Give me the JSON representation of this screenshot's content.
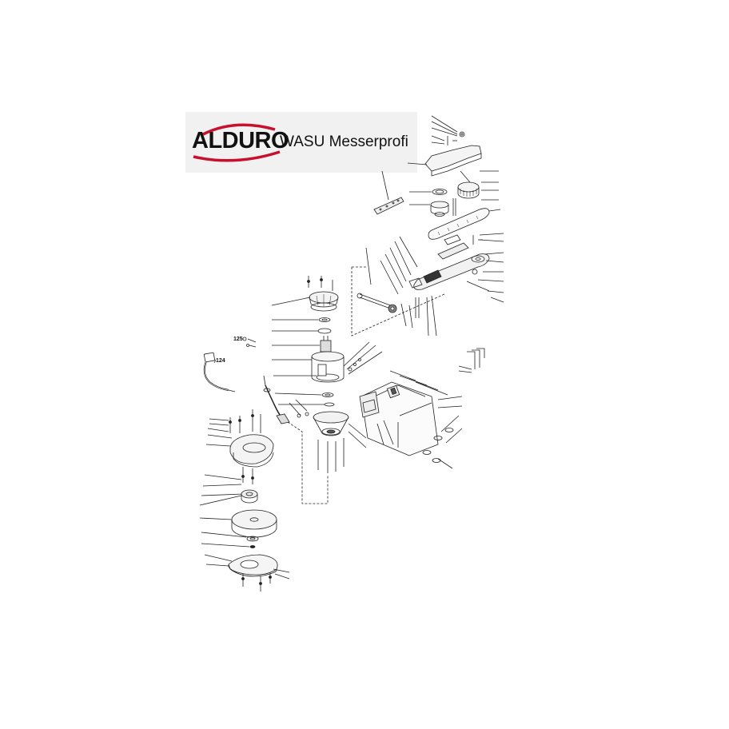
{
  "header": {
    "brand": "ALDURO",
    "product": "WASU Messerprofi",
    "brand_color": "#c8102e",
    "bg_color": "#f1f1f1"
  },
  "callouts": {
    "hose_part": "124",
    "small_parts": "125"
  },
  "icons": [
    "brand-swoosh-icon"
  ]
}
